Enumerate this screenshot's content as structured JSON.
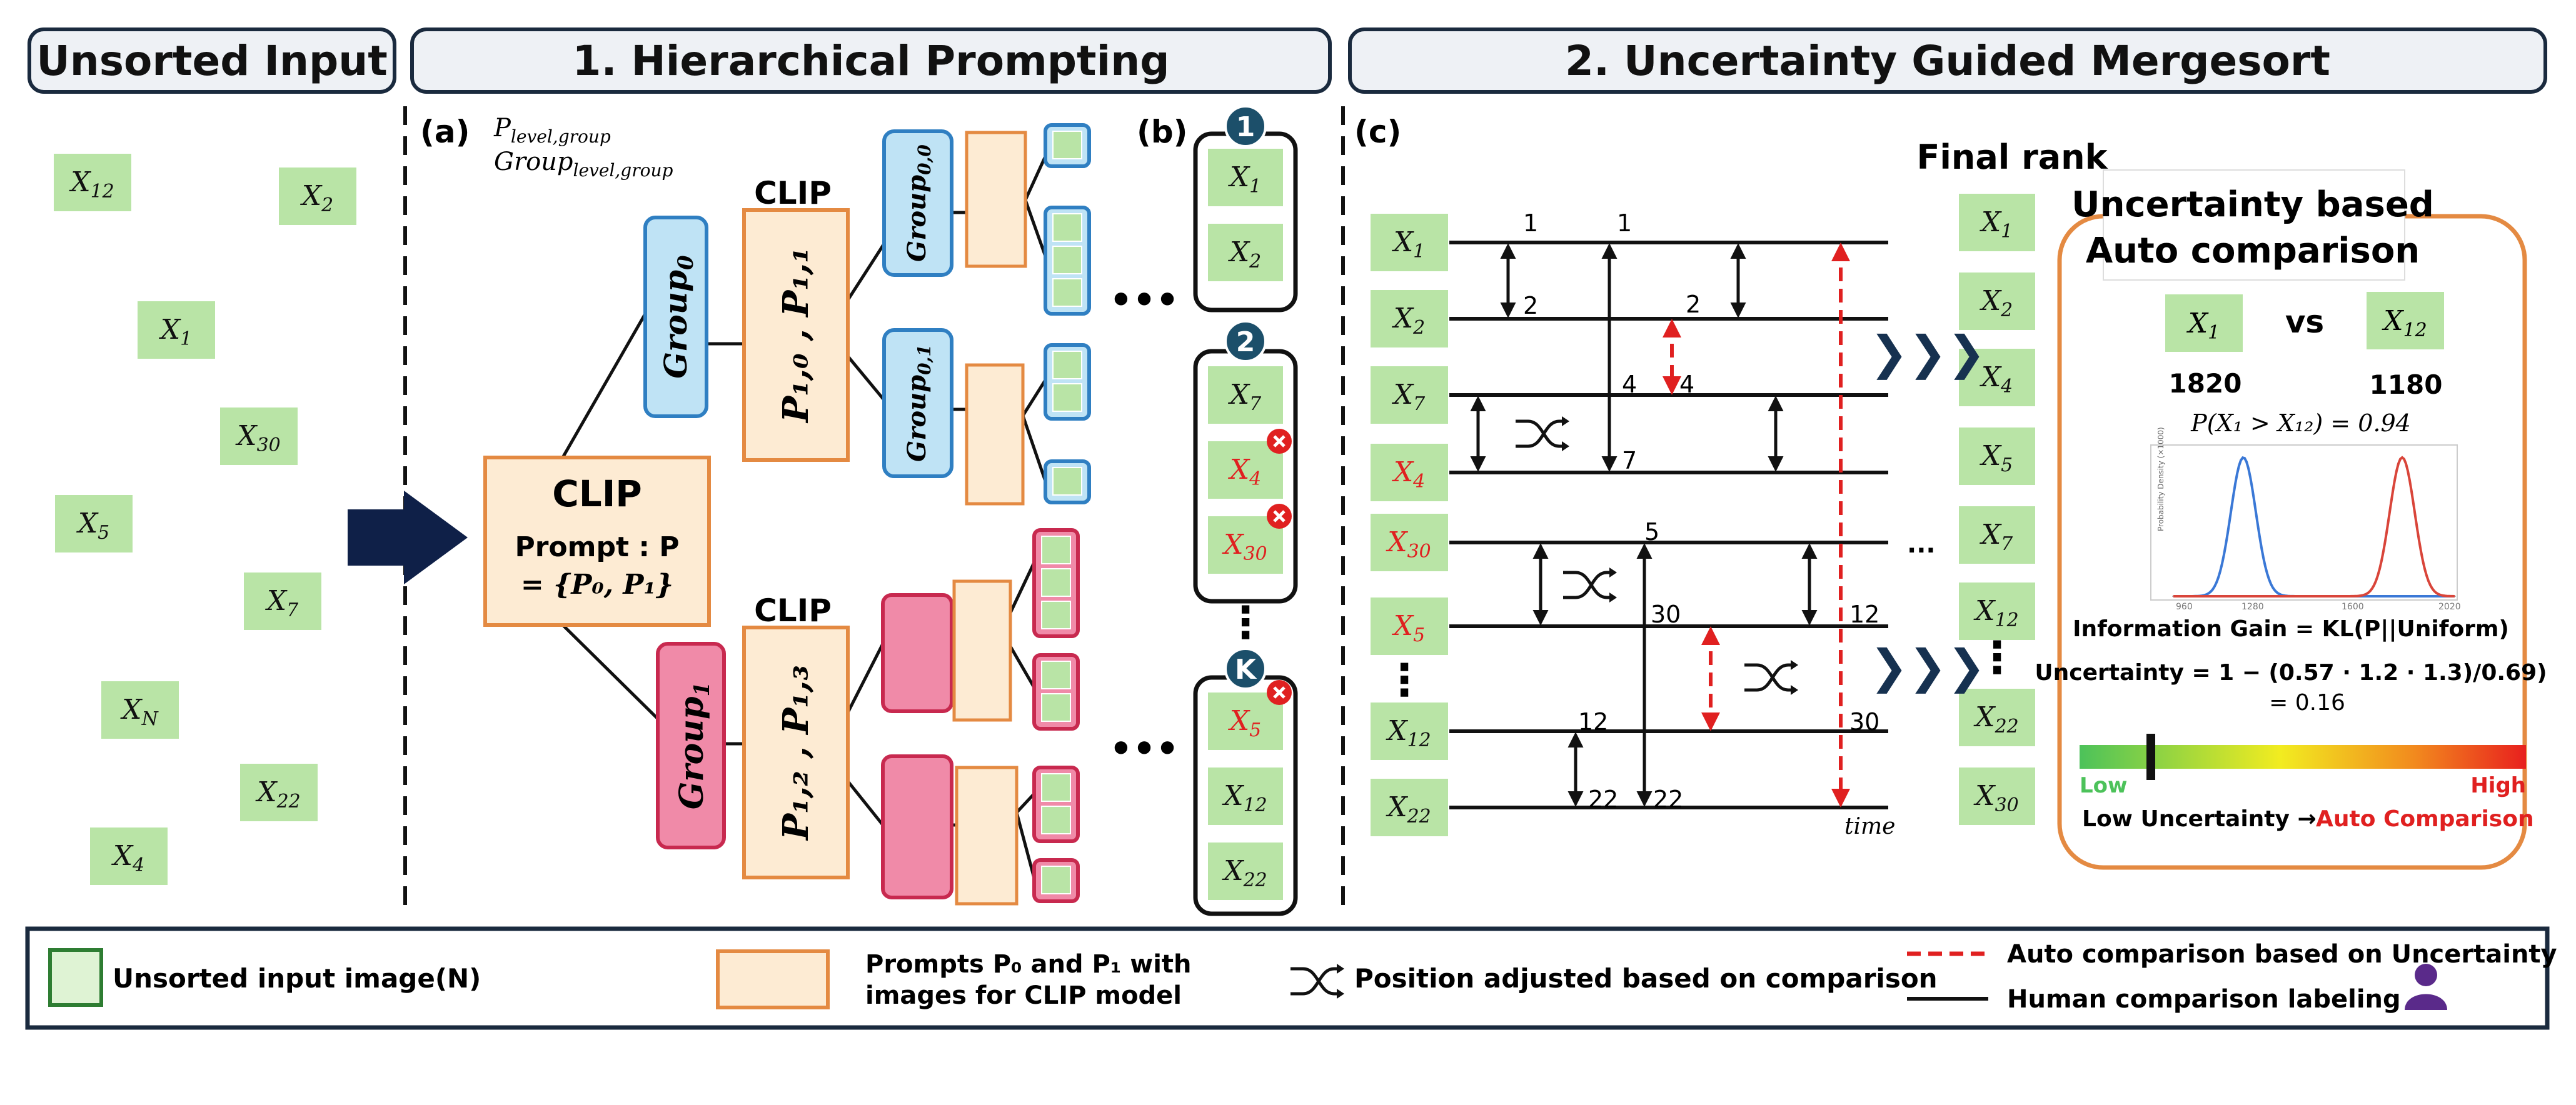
{
  "headers": {
    "unsorted": "Unsorted Input",
    "prompting": "1. Hierarchical Prompting",
    "mergesort": "2. Uncertainty Guided Mergesort"
  },
  "panel_labels": {
    "a": "(a)",
    "b": "(b)",
    "c": "(c)"
  },
  "unsorted_items": [
    {
      "base": "X",
      "sub": "12"
    },
    {
      "base": "X",
      "sub": "2"
    },
    {
      "base": "X",
      "sub": "1"
    },
    {
      "base": "X",
      "sub": "30"
    },
    {
      "base": "X",
      "sub": "5"
    },
    {
      "base": "X",
      "sub": "7"
    },
    {
      "base": "X",
      "sub": "N"
    },
    {
      "base": "X",
      "sub": "22"
    },
    {
      "base": "X",
      "sub": "4"
    }
  ],
  "prompting": {
    "legend_p": {
      "base": "P",
      "sub": "level,group"
    },
    "legend_group": {
      "base": "Group",
      "sub": "level,group"
    },
    "root_title": "CLIP",
    "root_prompt_line1": "Prompt : P",
    "root_prompt_line2": "= {P₀, P₁}",
    "group0": {
      "base": "Group",
      "sub": "0"
    },
    "group1": {
      "base": "Group",
      "sub": "1"
    },
    "clip_label": "CLIP",
    "clip_top_text": "P₁,₀ , P₁,₁",
    "clip_bottom_text": "P₁,₂ , P₁,₃",
    "group00": {
      "base": "Group",
      "sub": "0,0"
    },
    "group01": {
      "base": "Group",
      "sub": "0,1"
    },
    "ellipsis": "•••"
  },
  "groups_b": {
    "badges": [
      "1",
      "2",
      "K"
    ],
    "group1_items": [
      {
        "base": "X",
        "sub": "1"
      },
      {
        "base": "X",
        "sub": "2"
      }
    ],
    "group2_items": [
      {
        "base": "X",
        "sub": "7"
      },
      {
        "base": "X",
        "sub": "4"
      },
      {
        "base": "X",
        "sub": "30"
      }
    ],
    "groupK_items": [
      {
        "base": "X",
        "sub": "5"
      },
      {
        "base": "X",
        "sub": "12"
      },
      {
        "base": "X",
        "sub": "22"
      }
    ],
    "vertical_dots": "⋮"
  },
  "mergesort": {
    "rows": [
      {
        "base": "X",
        "sub": "1"
      },
      {
        "base": "X",
        "sub": "2"
      },
      {
        "base": "X",
        "sub": "7"
      },
      {
        "base": "X",
        "sub": "4"
      },
      {
        "base": "X",
        "sub": "30"
      },
      {
        "base": "X",
        "sub": "5"
      },
      {
        "base": "X",
        "sub": "12"
      },
      {
        "base": "X",
        "sub": "22"
      }
    ],
    "line_numbers": [
      "1",
      "1",
      "2",
      "2",
      "4",
      "4",
      "7",
      "5",
      "30",
      "12",
      "12",
      "30",
      "22",
      "22"
    ],
    "time_label": "time",
    "row_ellipsis": "...",
    "final_rank_title": "Final rank",
    "final_rank": [
      {
        "base": "X",
        "sub": "1"
      },
      {
        "base": "X",
        "sub": "2"
      },
      {
        "base": "X",
        "sub": "4"
      },
      {
        "base": "X",
        "sub": "5"
      },
      {
        "base": "X",
        "sub": "7"
      },
      {
        "base": "X",
        "sub": "12"
      },
      {
        "base": "X",
        "sub": "22"
      },
      {
        "base": "X",
        "sub": "30"
      }
    ],
    "chevrons": "❯❯❯"
  },
  "uncertainty": {
    "title_line1": "Uncertainty based",
    "title_line2": "Auto comparison",
    "left_item": {
      "base": "X",
      "sub": "1"
    },
    "right_item": {
      "base": "X",
      "sub": "12"
    },
    "vs": "vs",
    "left_score": "1820",
    "right_score": "1180",
    "probability": "P(X₁ > X₁₂) = 0.94",
    "info_gain": "Information Gain = KL(P||Uniform)",
    "uncertainty_line1": "Uncertainty = 1 − (0.57 · 1.2 · 1.3)/0.69)",
    "uncertainty_line2": "= 0.16",
    "scale_low": "Low",
    "scale_high": "High",
    "bottom_text_a": "Low Uncertainty →",
    "bottom_text_b": "Auto Comparison",
    "plot_ylabel": "Probability Density (×1000)",
    "plot_xticks": [
      "960",
      "1280",
      "1600",
      "2020"
    ],
    "uncertainty_value": 0.16,
    "colors": {
      "blue": "#3a78d6",
      "red": "#d9453a"
    }
  },
  "legend": {
    "unsorted": "Unsorted input image(N)",
    "prompts_line1": "Prompts P₀ and P₁ with",
    "prompts_line2": "images for CLIP model",
    "position": "Position adjusted based on comparison",
    "auto": "Auto comparison based on Uncertainty",
    "human": "Human comparison labeling"
  },
  "colors": {
    "green_fill": "#b9e4a6",
    "orange_fill": "#fdebd3",
    "orange_stroke": "#e48a42",
    "blue_fill": "#bfe3f5",
    "blue_stroke": "#2f7fc2",
    "pink_fill": "#f08aa8",
    "pink_stroke": "#c8294f",
    "navy": "#0f2048",
    "red": "#e02020"
  }
}
